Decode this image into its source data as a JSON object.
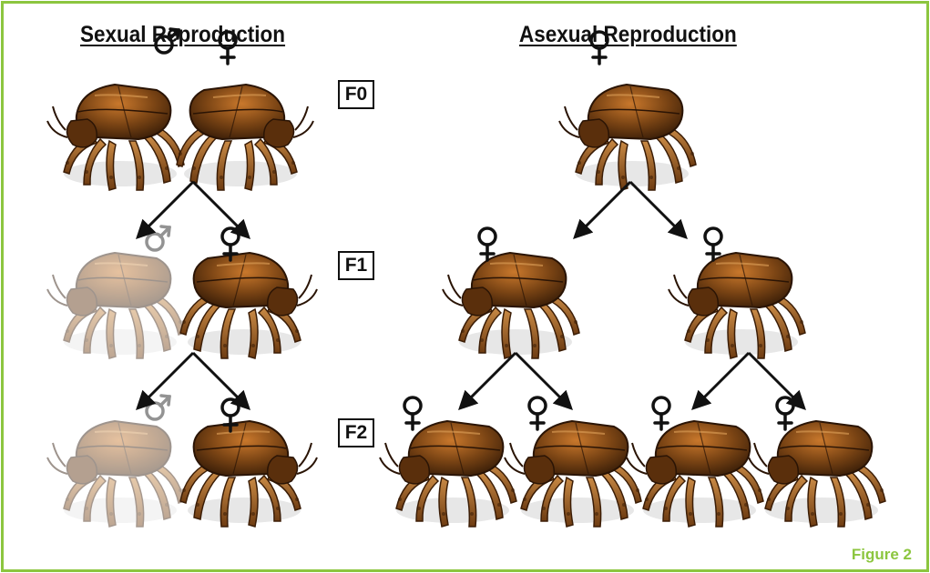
{
  "headings": {
    "sexual": "Sexual Reproduction",
    "asexual": "Asexual Reproduction"
  },
  "generations": {
    "f0": "F0",
    "f1": "F1",
    "f2": "F2"
  },
  "caption": "Figure 2",
  "symbols": {
    "male": "male-symbol-icon",
    "female": "female-symbol-icon"
  },
  "colors": {
    "frame": "#8cc63f",
    "beetle": "#7a4414",
    "faded_opacity": 0.45
  }
}
